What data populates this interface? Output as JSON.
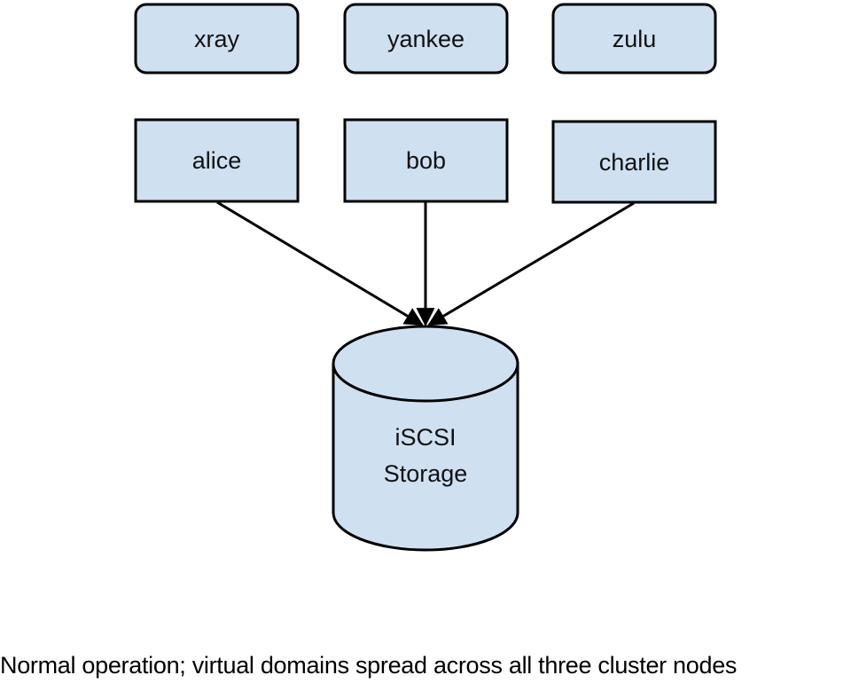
{
  "diagram": {
    "colors": {
      "fill": "#cfe0f1",
      "stroke": "#000000",
      "text": "#111111"
    },
    "virtual_domains": [
      {
        "id": "xray",
        "label": "xray"
      },
      {
        "id": "yankee",
        "label": "yankee"
      },
      {
        "id": "zulu",
        "label": "zulu"
      }
    ],
    "cluster_nodes": [
      {
        "id": "alice",
        "label": "alice"
      },
      {
        "id": "bob",
        "label": "bob"
      },
      {
        "id": "charlie",
        "label": "charlie"
      }
    ],
    "storage": {
      "label_line1": "iSCSI",
      "label_line2": "Storage"
    },
    "edges": [
      {
        "from": "alice",
        "to": "storage"
      },
      {
        "from": "bob",
        "to": "storage"
      },
      {
        "from": "charlie",
        "to": "storage"
      }
    ],
    "caption": "Normal operation; virtual domains spread across all three cluster nodes"
  }
}
